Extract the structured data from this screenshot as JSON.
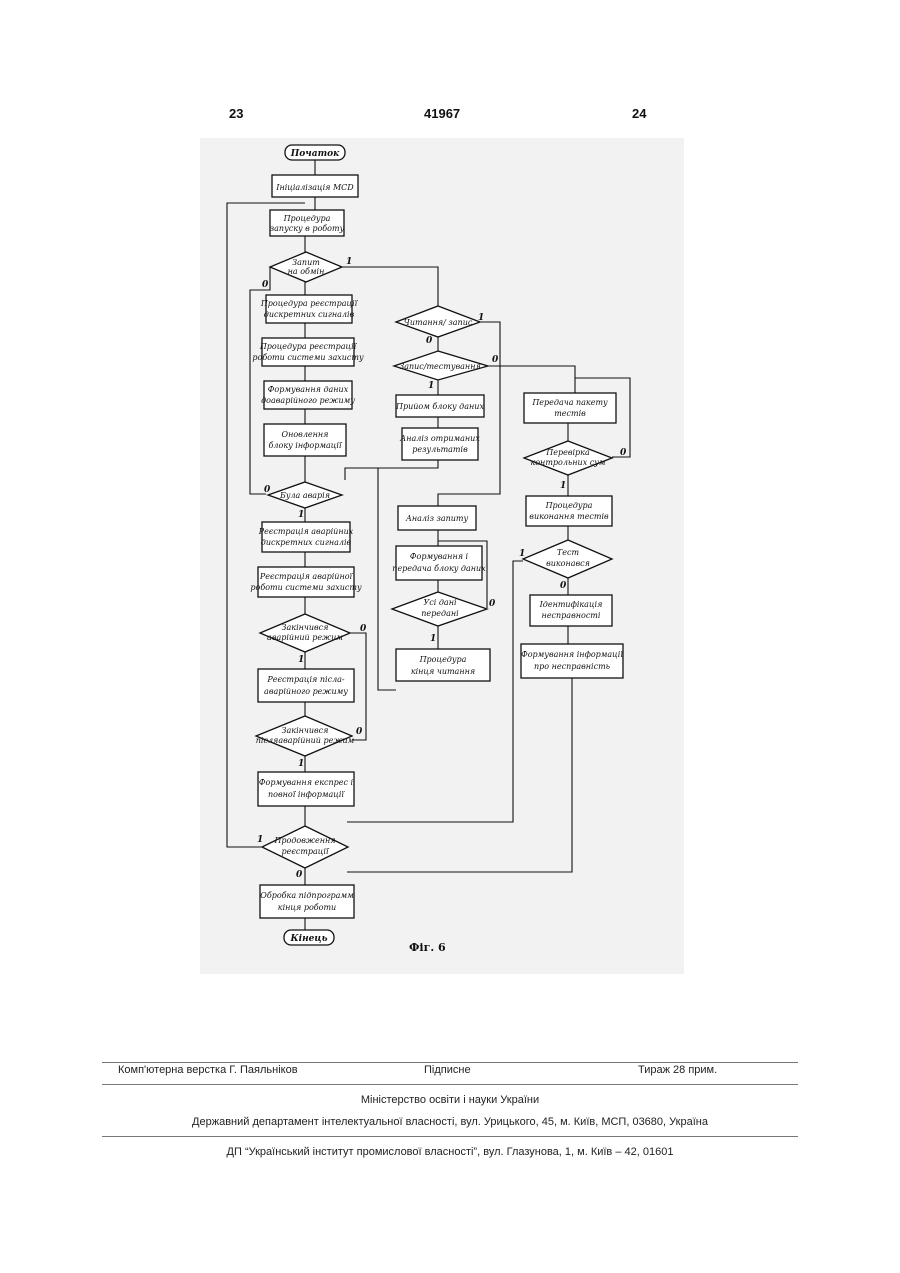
{
  "header": {
    "left_page": "23",
    "patent_number": "41967",
    "right_page": "24"
  },
  "figure": {
    "caption": "Фіг. 6",
    "nodes": {
      "start": "Початок",
      "init": "Ініціалізація МСD",
      "launch": [
        "Процедура",
        "запуску в роботу"
      ],
      "exchange": [
        "Запит",
        "на обмін"
      ],
      "reg_discrete": [
        "Процедура реєстрації",
        "дискретних сигналів"
      ],
      "reg_protection": [
        "Процедура реєстрації",
        "роботи системи захисту"
      ],
      "form_emergency": [
        "Формування даних",
        "доаварійного режиму"
      ],
      "update_block": [
        "Оновлення",
        "блоку інформації"
      ],
      "was_accident": "Була аварія",
      "reg_emerg_discrete": [
        "Реєстрація аварійних",
        "дискретних сигналів"
      ],
      "reg_emerg_protection": [
        "Реєстрація аварійної",
        "роботи системи захисту"
      ],
      "emerg_ended": [
        "Закінчився",
        "аварійний режим"
      ],
      "reg_post": [
        "Реєстрація післа-",
        "аварійного режиму"
      ],
      "post_ended": [
        "Закінчився",
        "післяаварійний режим"
      ],
      "form_express": [
        "Формування експрес і",
        "повної інформації"
      ],
      "continue_reg": [
        "Продовження",
        "реєстрації"
      ],
      "finish_proc": [
        "Обробка підпрограмм",
        "кінця роботи"
      ],
      "end": "Кінець",
      "read_write": "Читання/ запис",
      "write_test": "Запис/тестування",
      "receive_block": "Прийом блоку даних",
      "analysis_results": [
        "Аналіз отриманих",
        "результатів"
      ],
      "request_analysis": "Аналіз запиту",
      "form_send": [
        "Формування і",
        "передача блоку даних"
      ],
      "all_sent": [
        "Усі дані",
        "передані"
      ],
      "read_end": [
        "Процедура",
        "кінця читання"
      ],
      "test_packet": [
        "Передача пакету",
        "тестів"
      ],
      "checksum": [
        "Перевірка",
        "контрольних сум"
      ],
      "run_tests": [
        "Процедура",
        "виконання тестів"
      ],
      "test_passed": [
        "Тест",
        "виконався"
      ],
      "identify": [
        "Ідентифікація",
        "несправності"
      ],
      "form_fault": [
        "Формування інформації",
        "про несправність"
      ]
    },
    "branch_labels": {
      "exchange_yes": "1",
      "exchange_no": "0",
      "rw_yes": "1",
      "rw_no": "0",
      "wt_yes": "1",
      "wt_no": "0",
      "checksum_no": "0",
      "checksum_yes": "1",
      "accident_no": "0",
      "accident_yes": "1",
      "test_yes": "1",
      "test_no": "0",
      "allsent_no": "0",
      "allsent_yes": "1",
      "emerg_no": "0",
      "emerg_yes": "1",
      "post_no": "0",
      "post_yes": "1",
      "continue_yes": "1",
      "continue_no": "0"
    }
  },
  "footer": {
    "layout_by": "Комп'ютерна верстка Г. Паяльніков",
    "signed": "Підписне",
    "print_run": "Тираж 28 прим.",
    "ministry": "Міністерство освіти і науки України",
    "department": "Державний департамент інтелектуальної власності, вул. Урицького, 45, м. Київ, МСП, 03680, Україна",
    "institute": "ДП “Український інститут промислової власності”, вул. Глазунова, 1, м. Київ – 42, 01601"
  }
}
